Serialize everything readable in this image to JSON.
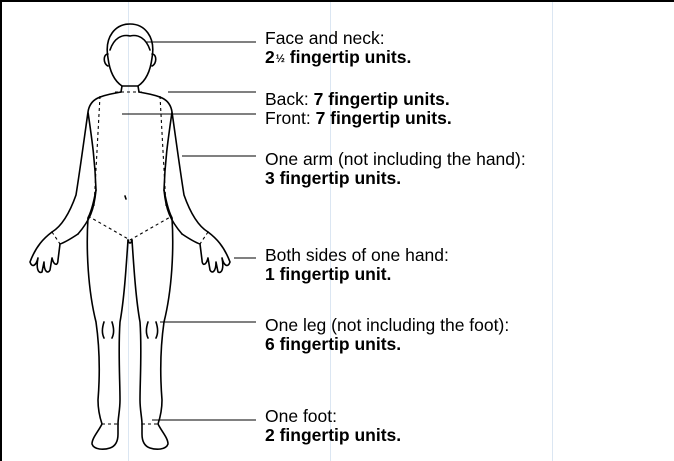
{
  "labels": {
    "face": {
      "text": "Face and neck:",
      "amount": "2",
      "fraction": "½",
      "units": " fingertip units."
    },
    "back": {
      "text": "Back: ",
      "amount": "7 fingertip units."
    },
    "front": {
      "text": "Front: ",
      "amount": "7 fingertip units."
    },
    "arm": {
      "text": "One arm (not including the hand):",
      "amount": "3 fingertip units."
    },
    "hand": {
      "text": "Both sides of one hand:",
      "amount": "1 fingertip unit."
    },
    "leg": {
      "text": "One leg (not including the foot):",
      "amount": "6 fingertip units."
    },
    "foot": {
      "text": "One foot:",
      "amount": "2 fingertip units."
    }
  }
}
